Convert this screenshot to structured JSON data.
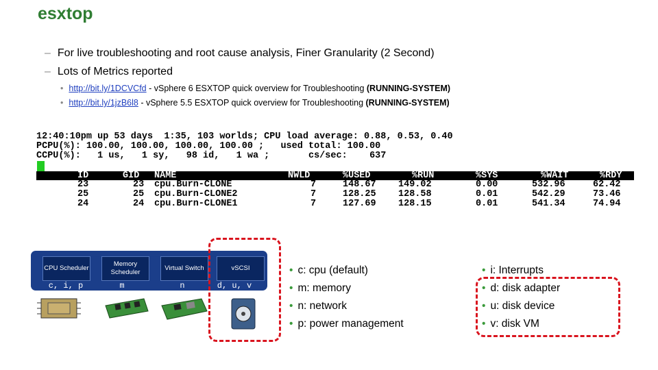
{
  "title": "esxtop",
  "bullets": [
    "For live troubleshooting and root cause analysis, Finer Granularity (2 Second)",
    "Lots of Metrics reported"
  ],
  "links": [
    {
      "url": "http://bit.ly/1DCVCfd",
      "text": " - vSphere 6 ESXTOP quick overview for Troubleshooting ",
      "bold": "(RUNNING-SYSTEM)"
    },
    {
      "url": "http://bit.ly/1jzB6l8",
      "text": " - vSphere 5.5 ESXTOP quick overview for Troubleshooting ",
      "bold": "(RUNNING-SYSTEM)"
    }
  ],
  "terminal": {
    "line1": "12:40:10pm up 53 days  1:35, 103 worlds; CPU load average: 0.88, 0.53, 0.40",
    "line2": "PCPU(%): 100.00, 100.00, 100.00, 100.00 ;   used total: 100.00",
    "line3": "CCPU(%):   1 us,   1 sy,   98 id,   1 wa ;       cs/sec:    637",
    "headers": [
      "ID",
      "GID",
      "NAME",
      "NWLD",
      "%USED",
      "%RUN",
      "%SYS",
      "%WAIT",
      "%RDY"
    ],
    "rows": [
      [
        "23",
        "23",
        "cpu.Burn-CLONE",
        "7",
        "148.67",
        "149.02",
        "0.00",
        "532.96",
        "62.42"
      ],
      [
        "25",
        "25",
        "cpu.Burn-CLONE2",
        "7",
        "128.25",
        "128.58",
        "0.01",
        "542.29",
        "73.46"
      ],
      [
        "24",
        "24",
        "cpu.Burn-CLONE1",
        "7",
        "127.69",
        "128.15",
        "0.01",
        "541.34",
        "74.94"
      ]
    ]
  },
  "components": [
    {
      "label": "CPU Scheduler",
      "key": "c, i, p"
    },
    {
      "label": "Memory Scheduler",
      "key": "m"
    },
    {
      "label": "Virtual Switch",
      "key": "n"
    },
    {
      "label": "vSCSI",
      "key": "d, u, v"
    }
  ],
  "keys_left": [
    "c: cpu (default)",
    "m: memory",
    "n: network",
    "p: power management"
  ],
  "keys_right": [
    "i: Interrupts",
    "d: disk adapter",
    "u: disk device",
    "v: disk VM"
  ],
  "colors": {
    "title": "#2f7d32",
    "highlight": "#d9141e",
    "bar": "#1b3e8a",
    "link": "#1f3fbf"
  }
}
